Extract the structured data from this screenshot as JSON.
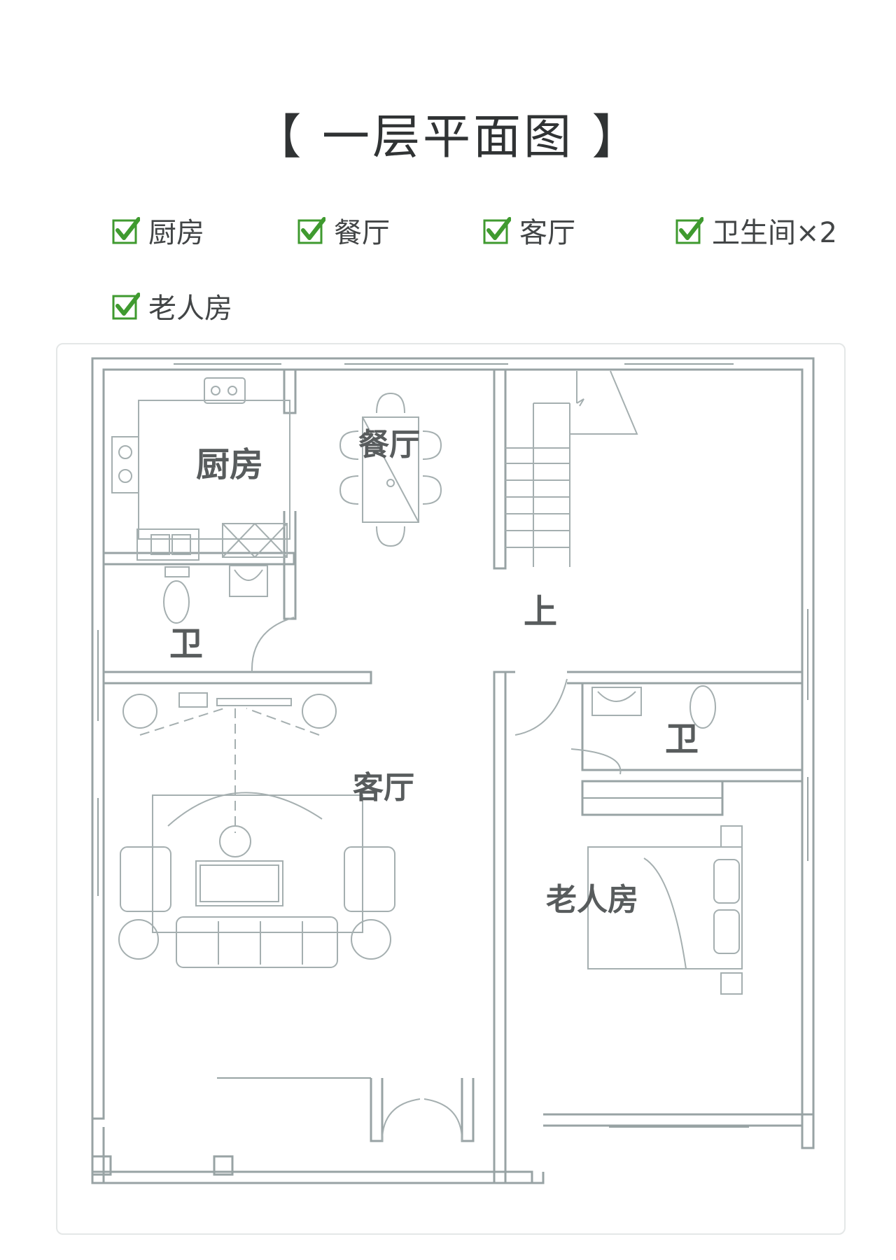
{
  "page": {
    "title": "【 一层平面图 】",
    "check_color": "#3f9a2f"
  },
  "features": [
    {
      "label": "厨房",
      "icon": "checkbox-checked-icon"
    },
    {
      "label": "餐厅",
      "icon": "checkbox-checked-icon"
    },
    {
      "label": "客厅",
      "icon": "checkbox-checked-icon"
    },
    {
      "label": "卫生间×2",
      "icon": "checkbox-checked-icon"
    },
    {
      "label": "老人房",
      "icon": "checkbox-checked-icon"
    }
  ],
  "floor_plan": {
    "line_color": "#98a3a4",
    "rooms": {
      "kitchen": "厨房",
      "dining": "餐厅",
      "bath_left": "卫",
      "living": "客厅",
      "stair": "上",
      "bath_right": "卫",
      "elder_room": "老人房"
    }
  }
}
